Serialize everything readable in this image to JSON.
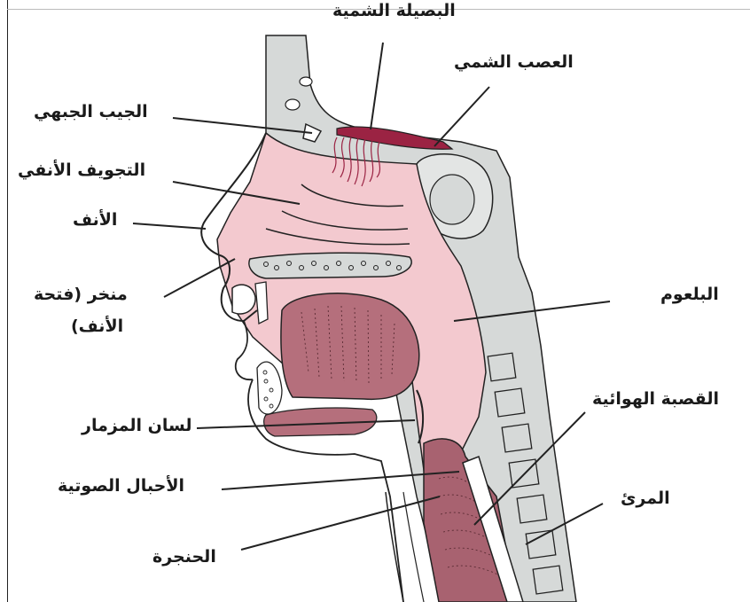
{
  "labels": {
    "olfactory_bulb": "البصيلة الشمية",
    "olfactory_nerve": "العصب الشمي",
    "frontal_sinus": "الجيب الجبهي",
    "nasal_cavity": "التجويف الأنفي",
    "nose": "الأنف",
    "nostril_line1": "منخر (فتحة",
    "nostril_line2": "الأنف)",
    "pharynx": "البلعوم",
    "trachea": "القصبة الهوائية",
    "epiglottis": "لسان المزمار",
    "vocal_cords": "الأحبال الصوتية",
    "esophagus": "المرئ",
    "larynx": "الحنجرة"
  },
  "colors": {
    "tissue_pink": "#f3c9cf",
    "tongue": "#b56f7c",
    "larynx_dark": "#a86270",
    "olfactory_red": "#9b2343",
    "bone_gray": "#d6d9d8",
    "outline": "#222222"
  }
}
